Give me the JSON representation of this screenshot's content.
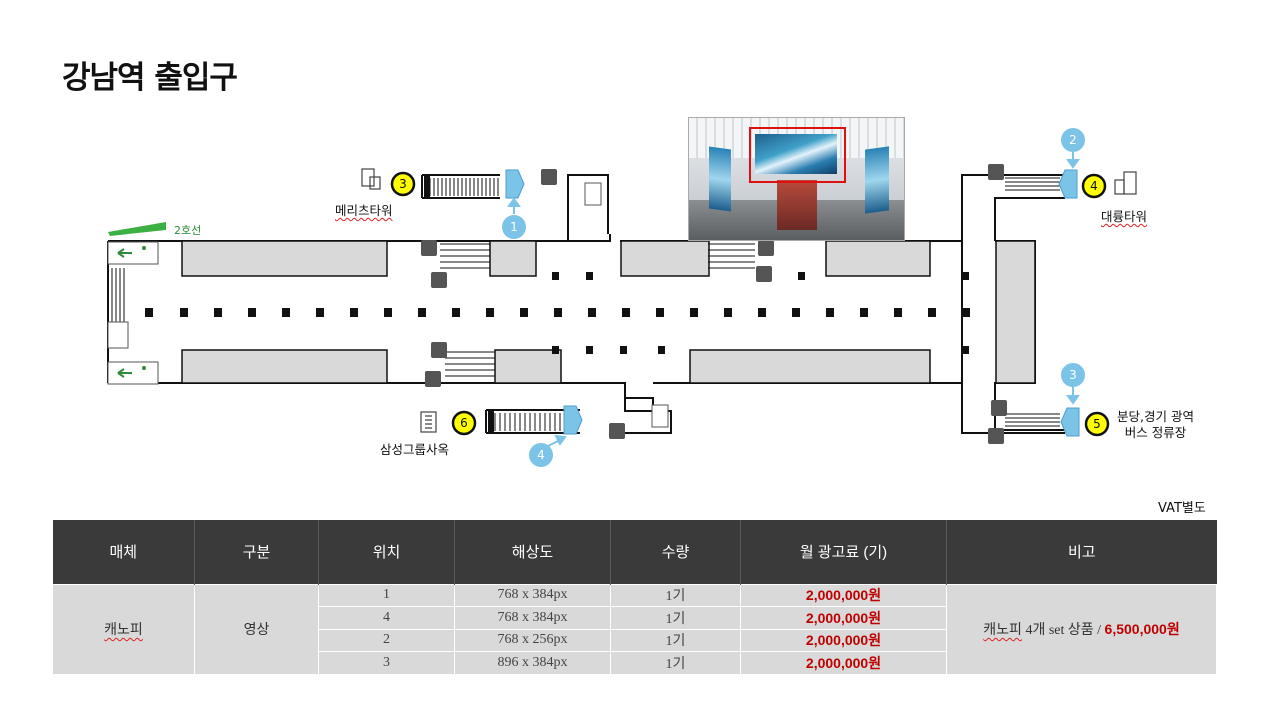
{
  "page_title": "강남역 출입구",
  "line_label": "2호선",
  "buildings": {
    "meritz": "메리츠타워",
    "daeryung": "대륭타워",
    "samsung": "삼성그룹사옥",
    "bus_line1": "분당,경기 광역",
    "bus_line2": "버스 정류장"
  },
  "exit_numbers": {
    "e3": "3",
    "e4": "4",
    "e5": "5",
    "e6": "6"
  },
  "screen_markers": {
    "s1": "1",
    "s2": "2",
    "s3": "3",
    "s4": "4"
  },
  "vat_note": "VAT별도",
  "table": {
    "headers": [
      "매체",
      "구분",
      "위치",
      "해상도",
      "수량",
      "월 광고료 (기)",
      "비고"
    ],
    "media": "캐노피",
    "category": "영상",
    "rows": [
      {
        "position": "1",
        "resolution": "768 x 384px",
        "quantity": "1기",
        "monthly_fee": "2,000,000원"
      },
      {
        "position": "4",
        "resolution": "768 x 384px",
        "quantity": "1기",
        "monthly_fee": "2,000,000원"
      },
      {
        "position": "2",
        "resolution": "768 x 256px",
        "quantity": "1기",
        "monthly_fee": "2,000,000원"
      },
      {
        "position": "3",
        "resolution": "896 x 384px",
        "quantity": "1기",
        "monthly_fee": "2,000,000원"
      }
    ],
    "note_media": "캐노피",
    "note_text": " 4개 set 상품 / ",
    "note_price": "6,500,000원"
  },
  "colors": {
    "exit_badge": "#ffff00",
    "screen_marker": "#7cc3e8",
    "header_bg": "#3a3a3a",
    "price_red": "#c00000",
    "line2_green": "#2e8b3e"
  }
}
